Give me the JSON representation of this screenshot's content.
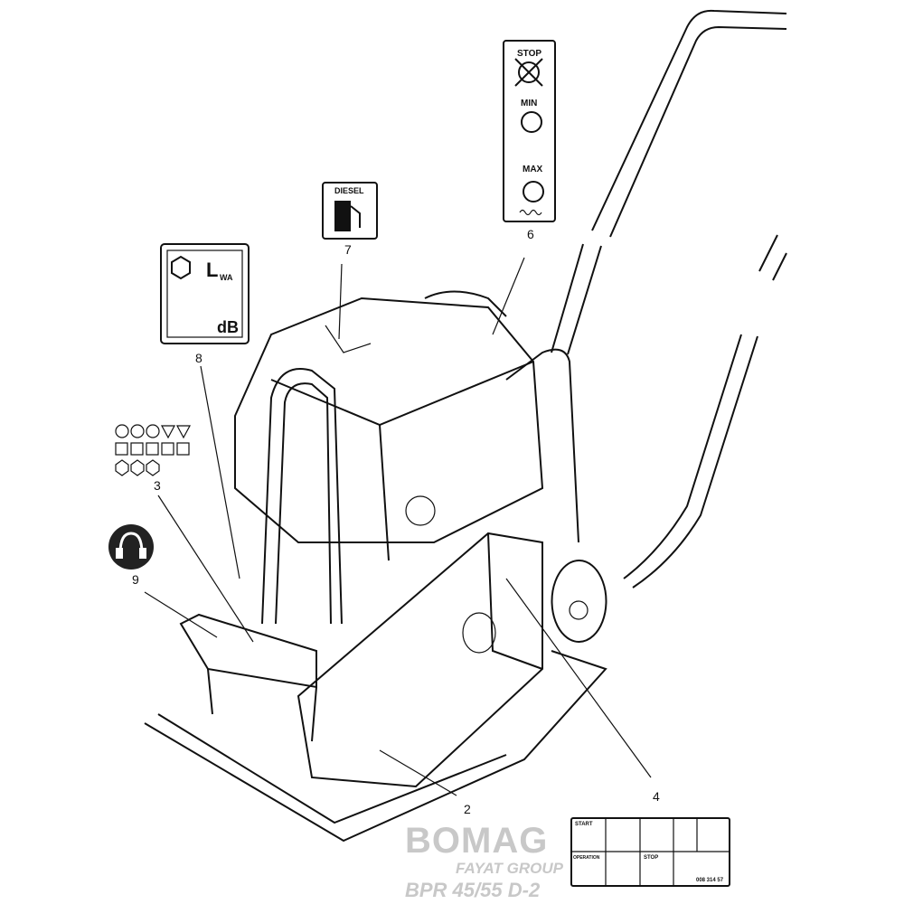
{
  "callouts": {
    "c2": "2",
    "c3": "3",
    "c4": "4",
    "c6": "6",
    "c7": "7",
    "c8": "8",
    "c9": "9"
  },
  "decal_throttle": {
    "stop": "STOP",
    "min": "MIN",
    "max": "MAX"
  },
  "decal_fuel": {
    "title": "DIESEL"
  },
  "decal_noise": {
    "lwa": "L",
    "lwa_sub": "WA",
    "unit": "dB"
  },
  "decal_operation": {
    "start": "START",
    "operation": "OPERATION",
    "stop": "STOP",
    "part_no": "008 314 57"
  },
  "logo": {
    "brand": "BOMAG",
    "group": "FAYAT GROUP",
    "model": "BPR 45/55 D-2"
  }
}
